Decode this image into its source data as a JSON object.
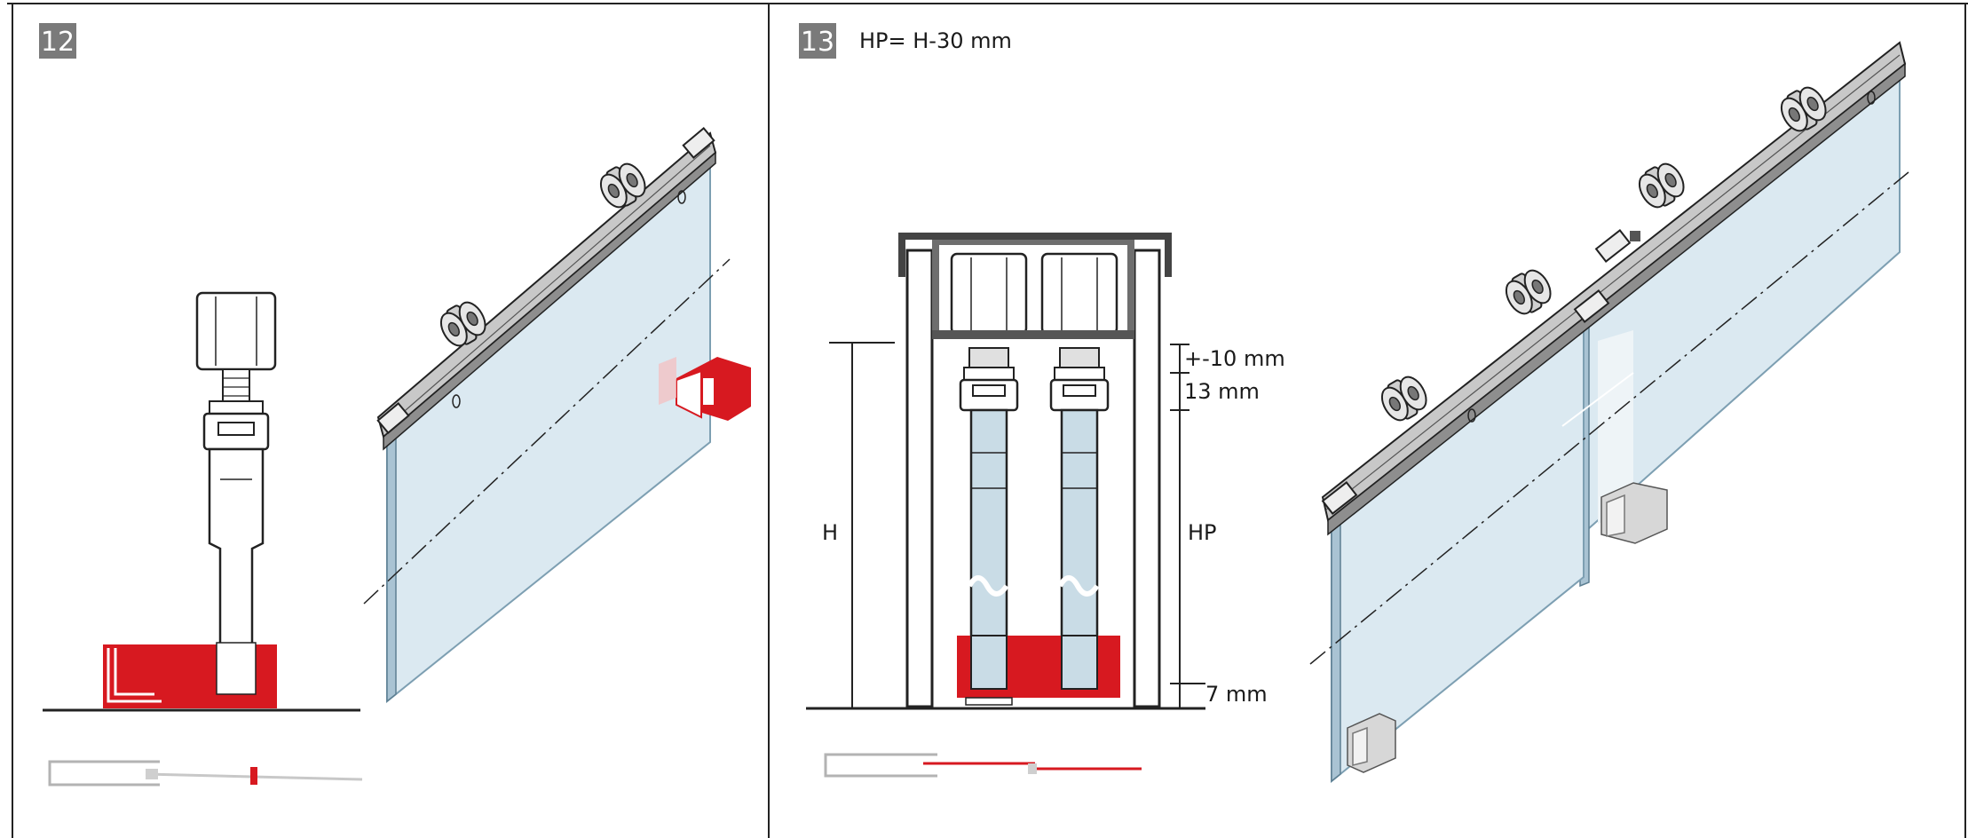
{
  "panels": [
    {
      "step": "12"
    },
    {
      "step": "13",
      "formula": "HP= H-30 mm"
    }
  ],
  "dimensions": {
    "height_label": "H",
    "panel_height_label": "HP",
    "adjust_label": "+-10 mm",
    "offset_label": "13 mm",
    "floor_gap_label": "7 mm"
  },
  "colors": {
    "accent_red": "#d71920",
    "glass": "#d6e6ee",
    "rail": "#b9b9b9",
    "badge": "#7a7a7a",
    "line": "#1a1a1a"
  }
}
